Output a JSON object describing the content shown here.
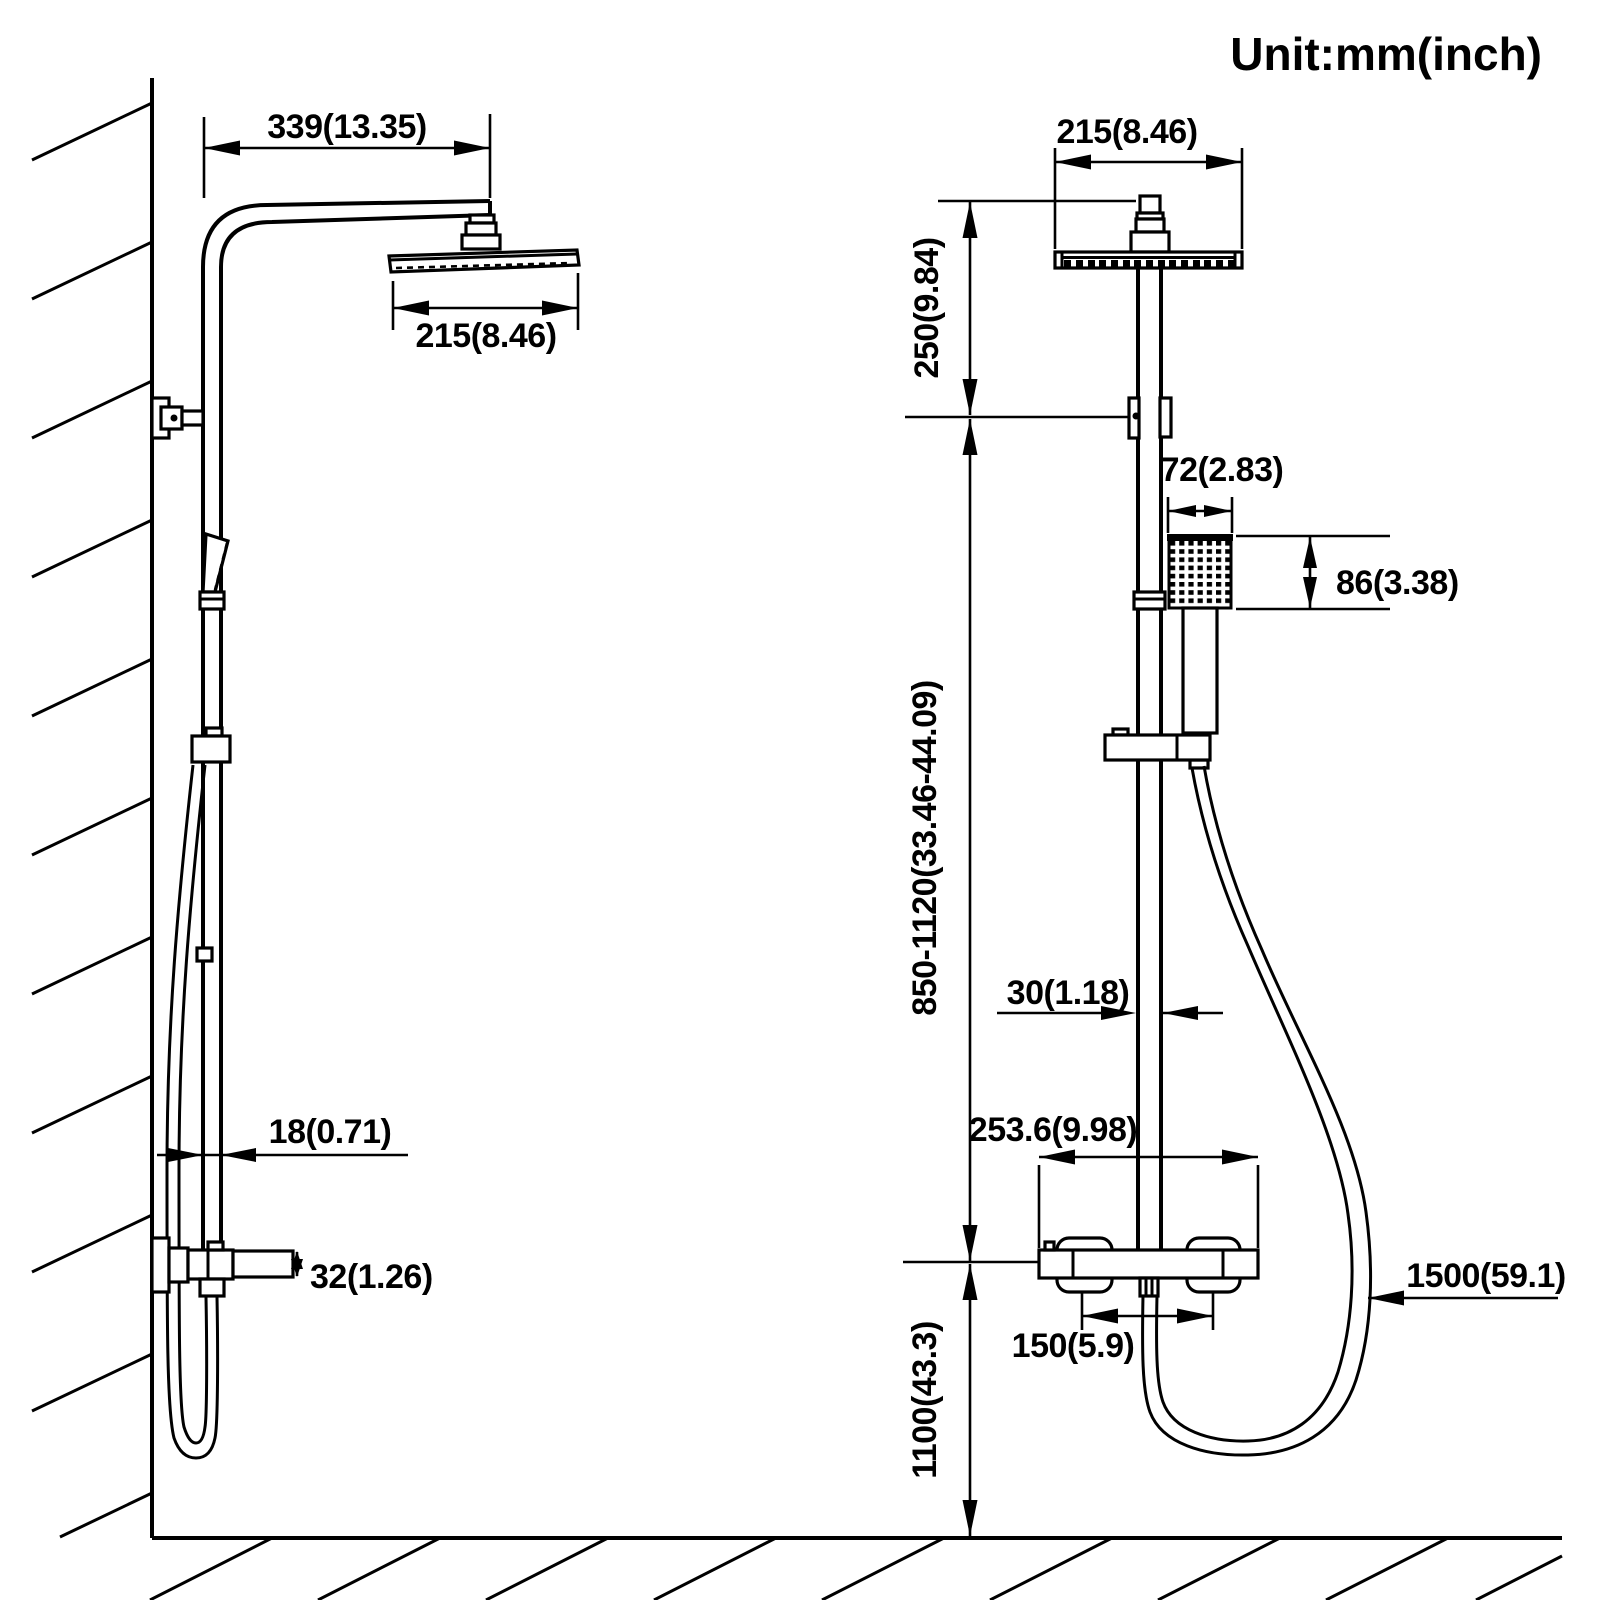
{
  "title": "Unit:mm(inch)",
  "side_view": {
    "arm_length": "339(13.35)",
    "head_width": "215(8.46)",
    "pipe_depth": "18(0.71)",
    "valve_body_height": "32(1.26)"
  },
  "front_view": {
    "head_width": "215(8.46)",
    "head_to_bracket": "250(9.84)",
    "handshower_width": "72(2.83)",
    "handshower_face_height": "86(3.38)",
    "riser_height_range": "850-1120(33.46-44.09)",
    "pipe_width": "30(1.18)",
    "valve_width": "253.6(9.98)",
    "outlet_spacing": "150(5.9)",
    "hose_length": "1500(59.1)",
    "valve_height_from_floor": "1100(43.3)"
  }
}
